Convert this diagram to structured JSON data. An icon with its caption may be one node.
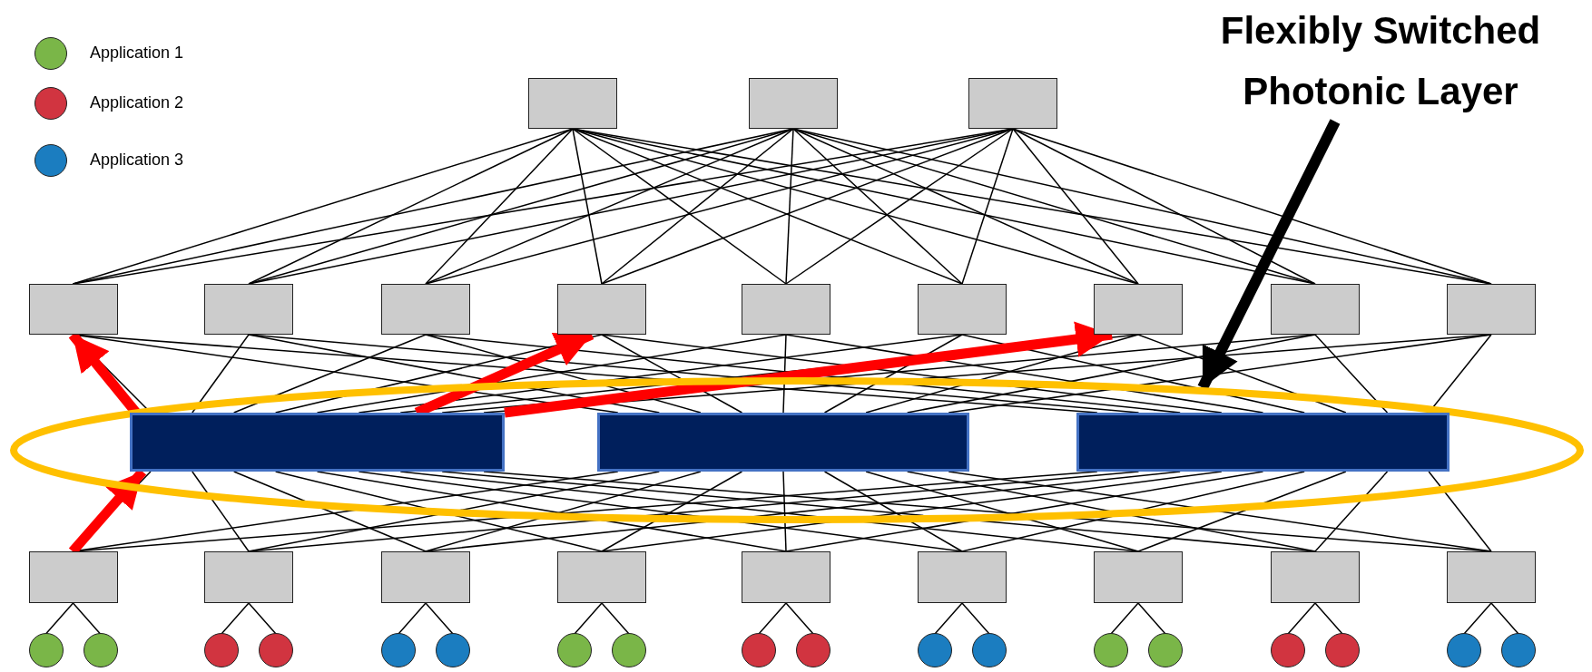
{
  "diagram": {
    "nodes": [
      {
        "text": [
          "Flexibly Switched Photonic Layer"
        ]
      },
      {
        "text": [],
        "shape": "box"
      },
      {
        "text": [],
        "shape": "box"
      },
      {
        "text": [],
        "shape": "box"
      },
      {
        "text": [],
        "shape": "box"
      },
      {
        "text": [],
        "shape": "box"
      },
      {
        "text": [],
        "shape": "box"
      },
      {
        "text": [],
        "shape": "box"
      },
      {
        "text": [],
        "shape": "box"
      },
      {
        "text": [],
        "shape": "box"
      },
      {
        "text": [],
        "shape": "box"
      },
      {
        "text": [],
        "shape": "box"
      },
      {
        "text": [],
        "shape": "box"
      },
      {
        "text": [],
        "shape": "ellipse"
      },
      {
        "text": [],
        "shape": "box",
        "in": 13
      },
      {
        "text": [],
        "shape": "box",
        "in": 13
      },
      {
        "text": [],
        "shape": "box",
        "in": 13
      },
      {
        "text": [],
        "shape": "box"
      },
      {
        "text": [],
        "shape": "box"
      },
      {
        "text": [],
        "shape": "box"
      },
      {
        "text": [],
        "shape": "box"
      },
      {
        "text": [],
        "shape": "box"
      },
      {
        "text": [],
        "shape": "box"
      },
      {
        "text": [],
        "shape": "box"
      },
      {
        "text": [],
        "shape": "box"
      },
      {
        "text": [],
        "shape": "box"
      },
      {
        "text": [],
        "shape": "circle"
      },
      {
        "text": [],
        "shape": "circle"
      },
      {
        "text": [],
        "shape": "circle"
      },
      {
        "text": [],
        "shape": "circle"
      },
      {
        "text": [],
        "shape": "circle"
      },
      {
        "text": [],
        "shape": "circle"
      },
      {
        "text": [],
        "shape": "circle"
      },
      {
        "text": [],
        "shape": "circle"
      },
      {
        "text": [],
        "shape": "circle"
      },
      {
        "text": [],
        "shape": "circle"
      },
      {
        "text": [],
        "shape": "circle"
      },
      {
        "text": [],
        "shape": "circle"
      },
      {
        "text": [],
        "shape": "circle"
      },
      {
        "text": [],
        "shape": "circle"
      },
      {
        "text": [],
        "shape": "circle"
      },
      {
        "text": [],
        "shape": "circle"
      },
      {
        "text": [],
        "shape": "circle"
      },
      {
        "text": [],
        "shape": "circle"
      }
    ],
    "edges": [
      {
        "from": 1,
        "to": 4,
        "arrow": "none"
      },
      {
        "from": 1,
        "to": 5,
        "arrow": "none"
      },
      {
        "from": 1,
        "to": 6,
        "arrow": "none"
      },
      {
        "from": 1,
        "to": 7,
        "arrow": "none"
      },
      {
        "from": 1,
        "to": 8,
        "arrow": "none"
      },
      {
        "from": 1,
        "to": 9,
        "arrow": "none"
      },
      {
        "from": 1,
        "to": 10,
        "arrow": "none"
      },
      {
        "from": 1,
        "to": 11,
        "arrow": "none"
      },
      {
        "from": 1,
        "to": 12,
        "arrow": "none"
      },
      {
        "from": 2,
        "to": 4,
        "arrow": "none"
      },
      {
        "from": 2,
        "to": 5,
        "arrow": "none"
      },
      {
        "from": 2,
        "to": 6,
        "arrow": "none"
      },
      {
        "from": 2,
        "to": 7,
        "arrow": "none"
      },
      {
        "from": 2,
        "to": 8,
        "arrow": "none"
      },
      {
        "from": 2,
        "to": 9,
        "arrow": "none"
      },
      {
        "from": 2,
        "to": 10,
        "arrow": "none"
      },
      {
        "from": 2,
        "to": 11,
        "arrow": "none"
      },
      {
        "from": 2,
        "to": 12,
        "arrow": "none"
      },
      {
        "from": 3,
        "to": 4,
        "arrow": "none"
      },
      {
        "from": 3,
        "to": 5,
        "arrow": "none"
      },
      {
        "from": 3,
        "to": 6,
        "arrow": "none"
      },
      {
        "from": 3,
        "to": 7,
        "arrow": "none"
      },
      {
        "from": 3,
        "to": 8,
        "arrow": "none"
      },
      {
        "from": 3,
        "to": 9,
        "arrow": "none"
      },
      {
        "from": 3,
        "to": 10,
        "arrow": "none"
      },
      {
        "from": 3,
        "to": 11,
        "arrow": "none"
      },
      {
        "from": 3,
        "to": 12,
        "arrow": "none"
      },
      {
        "from": 4,
        "to": 14,
        "arrow": "none"
      },
      {
        "from": 4,
        "to": 15,
        "arrow": "none"
      },
      {
        "from": 4,
        "to": 16,
        "arrow": "none"
      },
      {
        "from": 5,
        "to": 14,
        "arrow": "none"
      },
      {
        "from": 5,
        "to": 15,
        "arrow": "none"
      },
      {
        "from": 5,
        "to": 16,
        "arrow": "none"
      },
      {
        "from": 6,
        "to": 14,
        "arrow": "none"
      },
      {
        "from": 6,
        "to": 15,
        "arrow": "none"
      },
      {
        "from": 6,
        "to": 16,
        "arrow": "none"
      },
      {
        "from": 7,
        "to": 14,
        "arrow": "none"
      },
      {
        "from": 7,
        "to": 15,
        "arrow": "none"
      },
      {
        "from": 7,
        "to": 16,
        "arrow": "none"
      },
      {
        "from": 8,
        "to": 14,
        "arrow": "none"
      },
      {
        "from": 8,
        "to": 15,
        "arrow": "none"
      },
      {
        "from": 8,
        "to": 16,
        "arrow": "none"
      },
      {
        "from": 9,
        "to": 14,
        "arrow": "none"
      },
      {
        "from": 9,
        "to": 15,
        "arrow": "none"
      },
      {
        "from": 9,
        "to": 16,
        "arrow": "none"
      },
      {
        "from": 10,
        "to": 14,
        "arrow": "none"
      },
      {
        "from": 10,
        "to": 15,
        "arrow": "none"
      },
      {
        "from": 10,
        "to": 16,
        "arrow": "none"
      },
      {
        "from": 11,
        "to": 14,
        "arrow": "none"
      },
      {
        "from": 11,
        "to": 15,
        "arrow": "none"
      },
      {
        "from": 11,
        "to": 16,
        "arrow": "none"
      },
      {
        "from": 12,
        "to": 14,
        "arrow": "none"
      },
      {
        "from": 12,
        "to": 15,
        "arrow": "none"
      },
      {
        "from": 12,
        "to": 16,
        "arrow": "none"
      },
      {
        "from": 14,
        "to": 17,
        "arrow": "none"
      },
      {
        "from": 14,
        "to": 18,
        "arrow": "none"
      },
      {
        "from": 14,
        "to": 19,
        "arrow": "none"
      },
      {
        "from": 14,
        "to": 20,
        "arrow": "none"
      },
      {
        "from": 14,
        "to": 21,
        "arrow": "none"
      },
      {
        "from": 14,
        "to": 22,
        "arrow": "none"
      },
      {
        "from": 14,
        "to": 23,
        "arrow": "none"
      },
      {
        "from": 14,
        "to": 24,
        "arrow": "none"
      },
      {
        "from": 14,
        "to": 25,
        "arrow": "none"
      },
      {
        "from": 15,
        "to": 17,
        "arrow": "none"
      },
      {
        "from": 15,
        "to": 18,
        "arrow": "none"
      },
      {
        "from": 15,
        "to": 19,
        "arrow": "none"
      },
      {
        "from": 15,
        "to": 20,
        "arrow": "none"
      },
      {
        "from": 15,
        "to": 21,
        "arrow": "none"
      },
      {
        "from": 15,
        "to": 22,
        "arrow": "none"
      },
      {
        "from": 15,
        "to": 23,
        "arrow": "none"
      },
      {
        "from": 15,
        "to": 24,
        "arrow": "none"
      },
      {
        "from": 15,
        "to": 25,
        "arrow": "none"
      },
      {
        "from": 16,
        "to": 17,
        "arrow": "none"
      },
      {
        "from": 16,
        "to": 18,
        "arrow": "none"
      },
      {
        "from": 16,
        "to": 19,
        "arrow": "none"
      },
      {
        "from": 16,
        "to": 20,
        "arrow": "none"
      },
      {
        "from": 16,
        "to": 21,
        "arrow": "none"
      },
      {
        "from": 16,
        "to": 22,
        "arrow": "none"
      },
      {
        "from": 16,
        "to": 23,
        "arrow": "none"
      },
      {
        "from": 16,
        "to": 24,
        "arrow": "none"
      },
      {
        "from": 16,
        "to": 25,
        "arrow": "none"
      },
      {
        "from": 17,
        "to": 26,
        "arrow": "none"
      },
      {
        "from": 17,
        "to": 27,
        "arrow": "none"
      },
      {
        "from": 18,
        "to": 28,
        "arrow": "none"
      },
      {
        "from": 18,
        "to": 29,
        "arrow": "none"
      },
      {
        "from": 19,
        "to": 30,
        "arrow": "none"
      },
      {
        "from": 19,
        "to": 31,
        "arrow": "none"
      },
      {
        "from": 20,
        "to": 32,
        "arrow": "none"
      },
      {
        "from": 20,
        "to": 33,
        "arrow": "none"
      },
      {
        "from": 21,
        "to": 34,
        "arrow": "none"
      },
      {
        "from": 21,
        "to": 35,
        "arrow": "none"
      },
      {
        "from": 22,
        "to": 36,
        "arrow": "none"
      },
      {
        "from": 22,
        "to": 37,
        "arrow": "none"
      },
      {
        "from": 23,
        "to": 38,
        "arrow": "none"
      },
      {
        "from": 23,
        "to": 39,
        "arrow": "none"
      },
      {
        "from": 24,
        "to": 40,
        "arrow": "none"
      },
      {
        "from": 24,
        "to": 41,
        "arrow": "none"
      },
      {
        "from": 25,
        "to": 42,
        "arrow": "none"
      },
      {
        "from": 25,
        "to": 43,
        "arrow": "none"
      },
      {
        "from": 14,
        "to": 4,
        "arrow": "to",
        "style": "thick",
        "color": "#ff0000"
      },
      {
        "from": 14,
        "to": 7,
        "arrow": "to",
        "style": "thick",
        "color": "#ff0000"
      },
      {
        "from": 14,
        "to": 10,
        "arrow": "to",
        "style": "thick",
        "color": "#ff0000"
      },
      {
        "from": 17,
        "to": 14,
        "arrow": "to",
        "style": "thick",
        "color": "#ff0000"
      },
      {
        "from": 0,
        "to": 13,
        "arrow": "to",
        "style": "thick"
      }
    ],
    "legend": [
      {
        "text": "Application 1",
        "color": "#7ab648"
      },
      {
        "text": "Application 2",
        "color": "#d13440"
      },
      {
        "text": "Application 3",
        "color": "#1b7dc0"
      }
    ]
  }
}
